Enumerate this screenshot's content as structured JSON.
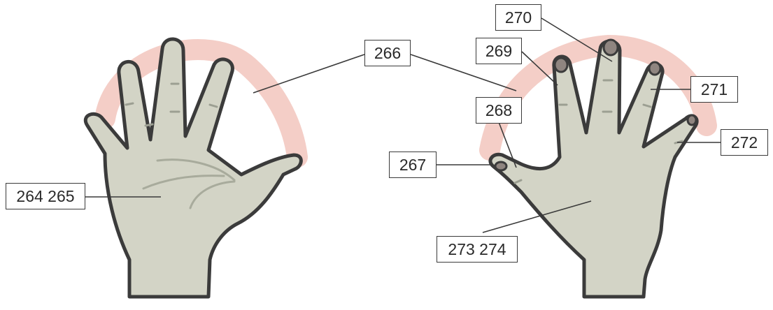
{
  "labels": {
    "palm_left": "264 265",
    "fingertip_band": "266",
    "thumb_tip": "267",
    "thumb_base": "268",
    "index_finger": "269",
    "middle_finger": "270",
    "ring_finger": "271",
    "little_finger": "272",
    "back_of_hand": "273 274"
  },
  "colors": {
    "skin": "#d3d4c6",
    "outline": "#3b3b3b",
    "band": "#f3c9c1",
    "nail": "#8f8580",
    "crease": "#9c9f92"
  }
}
